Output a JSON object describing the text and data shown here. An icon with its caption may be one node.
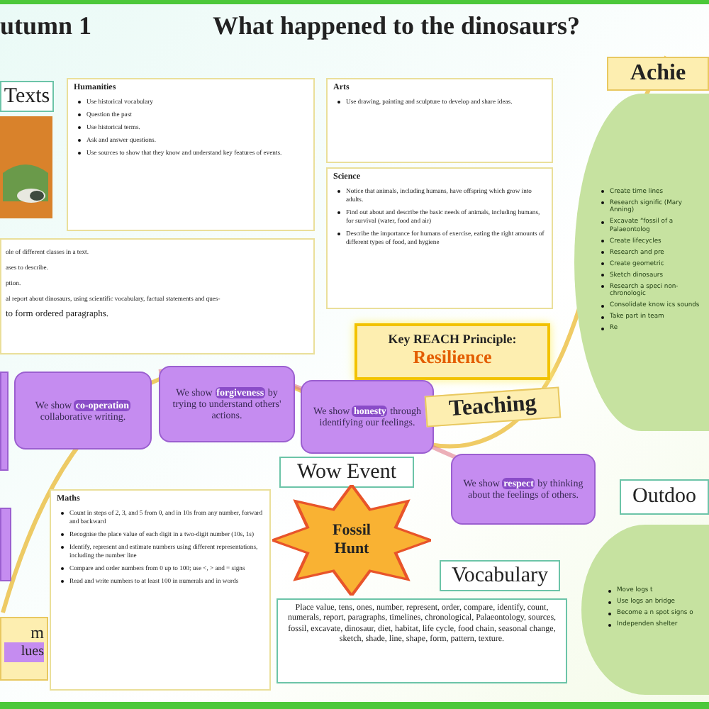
{
  "diagram": {
    "title": "What happened to the dinosaurs?",
    "nodes": [
      {
        "text": [
          "Texts"
        ]
      },
      {
        "text": [],
        "shape": "picture"
      },
      {
        "text": [
          "Humanities",
          "Use historical vocabulary",
          "Question the past",
          "Use historical terms.",
          "Ask and answer questions.",
          "Use sources to show that they know and understand key features of events."
        ]
      },
      {
        "text": [
          "Arts",
          "Use drawing, painting and sculpture to develop and share ideas."
        ]
      },
      {
        "text": [
          "Science",
          "Notice that animals, including humans, have offspring which grow into adults.",
          "Find out about and describe the basic needs of animals, including humans, for survival (water, food and air)",
          "Describe the importance for humans of exercise, eating the right amounts of different types of food, and hygiene"
        ]
      },
      {
        "text": [
          "ole of different classes in a text.",
          "ases to describe.",
          "ption.",
          "al report about dinosaurs, using scientific vocabulary, factual statements and ques-",
          "to form ordered paragraphs."
        ]
      },
      {
        "text": [
          "Key REACH Principle:",
          "Resilience"
        ]
      },
      {
        "text": [
          "Achie"
        ]
      },
      {
        "text": [
          "Create time lines",
          "Research signific (Mary Anning)",
          "Excavate “fossil of a Palaeontolog",
          "Create lifecycles",
          "Research and pre",
          "Create geometric",
          "Sketch dinosaurs",
          "Research a speci non-chronologic",
          "Consolidate know ics sounds",
          "Take part in team",
          "Re"
        ]
      },
      {
        "text": [],
        "shape": "box"
      },
      {
        "text": [
          "We show **co-operation** collaborative writing."
        ]
      },
      {
        "text": [
          "We show **forgiveness** by trying to understand others' actions."
        ]
      },
      {
        "text": [
          "We show **honesty** through identifying our feelings."
        ]
      },
      {
        "text": [
          "Teaching"
        ]
      },
      {
        "text": [
          "Wow Event"
        ]
      },
      {
        "text": [
          "We show **respect** by thinking about the feelings of others."
        ]
      },
      {
        "text": [
          "Outdoo"
        ]
      },
      {
        "text": [],
        "shape": "box"
      },
      {
        "text": [
          "Maths",
          "Count in steps of 2, 3, and 5 from 0, and in 10s from any number, forward and backward",
          "Recognise the place value of each digit in a two-digit number (10s, 1s)",
          "Identify, represent and estimate numbers using different representations, including the number line",
          "Compare and order numbers from 0 up to 100; use <, > and = signs",
          "Read and write numbers to at least 100 in numerals and in words"
        ]
      },
      {
        "text": [
          "Fossil Hunt"
        ]
      },
      {
        "text": [
          "Vocabulary"
        ]
      },
      {
        "text": [
          "Place value, tens, ones, number, represent, order, compare, identify, count, numerals, report, paragraphs, timelines, chronological, Palaeontology, sources, fossil, excavate, dinosaur, diet, habitat, life cycle, food chain, seasonal change, sketch, shade, line, shape, form, pattern, texture."
        ]
      },
      {
        "text": [
          "Move logs t",
          "Use logs an bridge",
          "Become a n spot signs o",
          "Independen shelter"
        ]
      },
      {
        "text": [
          "m",
          "lues"
        ]
      }
    ],
    "labels": [
      "utumn 1"
    ]
  }
}
